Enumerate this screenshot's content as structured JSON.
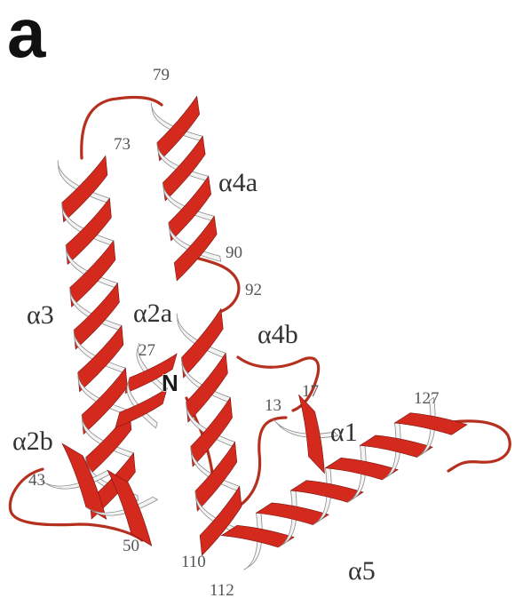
{
  "panel_letter": "a",
  "colors": {
    "helix_front": "#d42a1e",
    "helix_back": "#f4f4f4",
    "helix_edge": "#8a8a8a",
    "loop": "#b5301e"
  },
  "helix_labels": {
    "alpha1": "α1",
    "alpha2a": "α2a",
    "alpha2b": "α2b",
    "alpha3": "α3",
    "alpha4a": "α4a",
    "alpha4b": "α4b",
    "alpha5": "α5"
  },
  "residue_labels": {
    "r13": "13",
    "r17": "17",
    "r27": "27",
    "r43": "43",
    "r50": "50",
    "r73": "73",
    "r79": "79",
    "r90": "90",
    "r92": "92",
    "r110": "110",
    "r112": "112",
    "r127": "127"
  },
  "terminus_label": "N"
}
